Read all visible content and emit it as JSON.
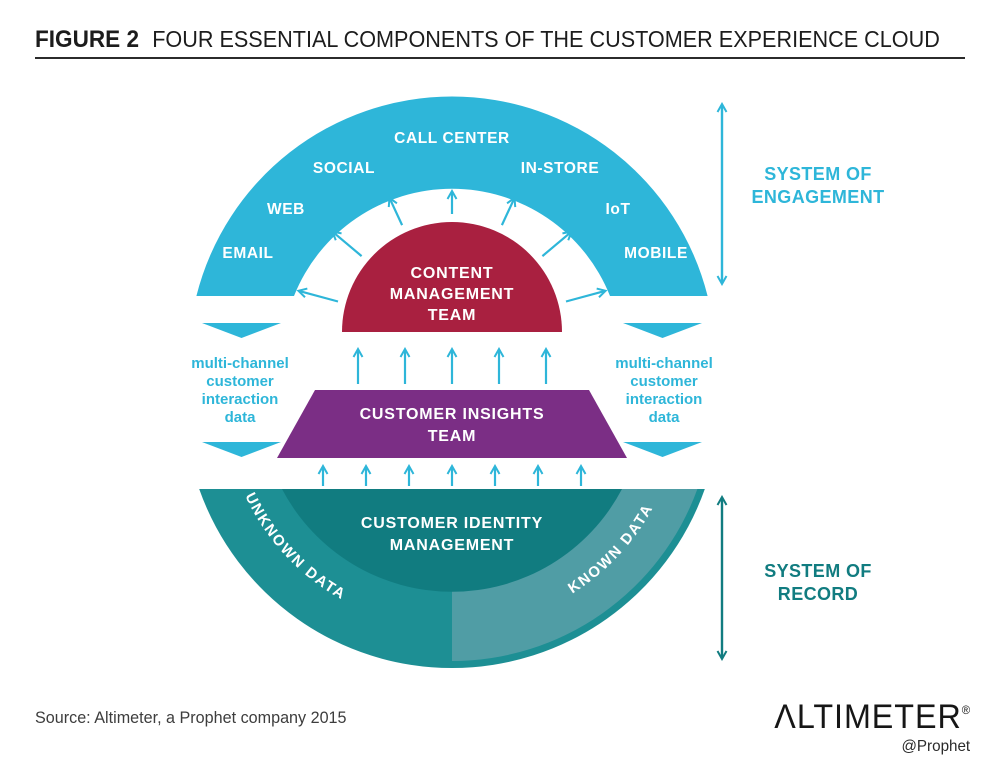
{
  "header": {
    "figure_label": "FIGURE 2",
    "title": "FOUR ESSENTIAL COMPONENTS OF THE CUSTOMER EXPERIENCE CLOUD"
  },
  "diagram": {
    "channels": [
      "EMAIL",
      "WEB",
      "SOCIAL",
      "CALL CENTER",
      "IN-STORE",
      "IoT",
      "MOBILE"
    ],
    "content_team": {
      "lines": [
        "CONTENT",
        "MANAGEMENT",
        "TEAM"
      ]
    },
    "insights_team": {
      "lines": [
        "CUSTOMER INSIGHTS",
        "TEAM"
      ]
    },
    "identity_mgmt": {
      "lines": [
        "CUSTOMER IDENTITY",
        "MANAGEMENT"
      ]
    },
    "unknown_data": "UNKNOWN DATA",
    "known_data": "KNOWN DATA",
    "side_note": {
      "lines": [
        "multi-channel",
        "customer",
        "interaction",
        "data"
      ]
    },
    "system_engagement": {
      "lines": [
        "SYSTEM OF",
        "ENGAGEMENT"
      ]
    },
    "system_record": {
      "lines": [
        "SYSTEM OF",
        "RECORD"
      ]
    },
    "colors": {
      "cyan": "#2eb6d9",
      "red": "#a92040",
      "purple": "#7b2e85",
      "teal_dark": "#117c80",
      "teal_mid": "#1d8f94",
      "teal_light": "#509da5"
    }
  },
  "footer": {
    "source": "Source: Altimeter, a Prophet company 2015",
    "logo": "ΛLTIMETER",
    "logo_mark": "®",
    "logo_sub": "@Prophet"
  }
}
